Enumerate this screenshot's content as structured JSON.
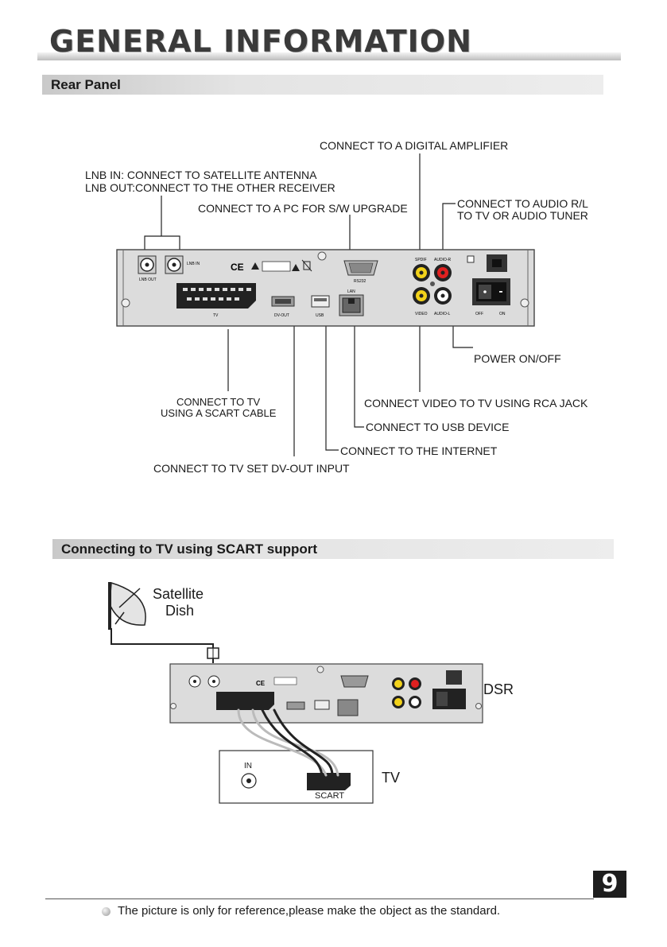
{
  "header": {
    "title": "GENERAL INFORMATION"
  },
  "rear_panel": {
    "section_title": "Rear Panel",
    "callouts": {
      "digital_amp": "CONNECT TO A DIGITAL AMPLIFIER",
      "lnb_in": "LNB IN: CONNECT TO SATELLITE ANTENNA",
      "lnb_out": "LNB OUT:CONNECT TO THE OTHER RECEIVER",
      "pc_upgrade": "CONNECT TO A PC FOR S/W UPGRADE",
      "audio_rl_1": "CONNECT TO AUDIO R/L",
      "audio_rl_2": "TO  TV OR AUDIO TUNER",
      "power": "POWER ON/OFF",
      "tv_scart_1": "CONNECT TO TV",
      "tv_scart_2": "USING A SCART CABLE",
      "video_rca": "CONNECT VIDEO TO TV  USING RCA JACK",
      "usb_device": "CONNECT  TO  USB DEVICE",
      "internet": "CONNECT TO THE INTERNET",
      "dvout": "CONNECT TO  TV SET DV-OUT INPUT"
    },
    "panel_labels": {
      "lnb_out": "LNB OUT",
      "lnb_in": "LNB IN",
      "tv": "TV",
      "dvout": "DV-OUT",
      "usb": "USB",
      "lan": "LAN",
      "rs232": "RS232",
      "spdif": "SPDIF",
      "audio_r": "AUDIO-R",
      "video": "VIDEO",
      "audio_l": "AUDIO-L",
      "off": "OFF",
      "on": "ON"
    }
  },
  "scart_section": {
    "section_title": "Connecting to TV using SCART support",
    "satellite_1": "Satellite",
    "satellite_2": "Dish",
    "dsr": "DSR",
    "tv": "TV",
    "tv_in": "IN",
    "tv_scart": "SCART"
  },
  "footer": {
    "page_number": "9",
    "note": "The picture is only for reference,please make the object as the standard."
  }
}
